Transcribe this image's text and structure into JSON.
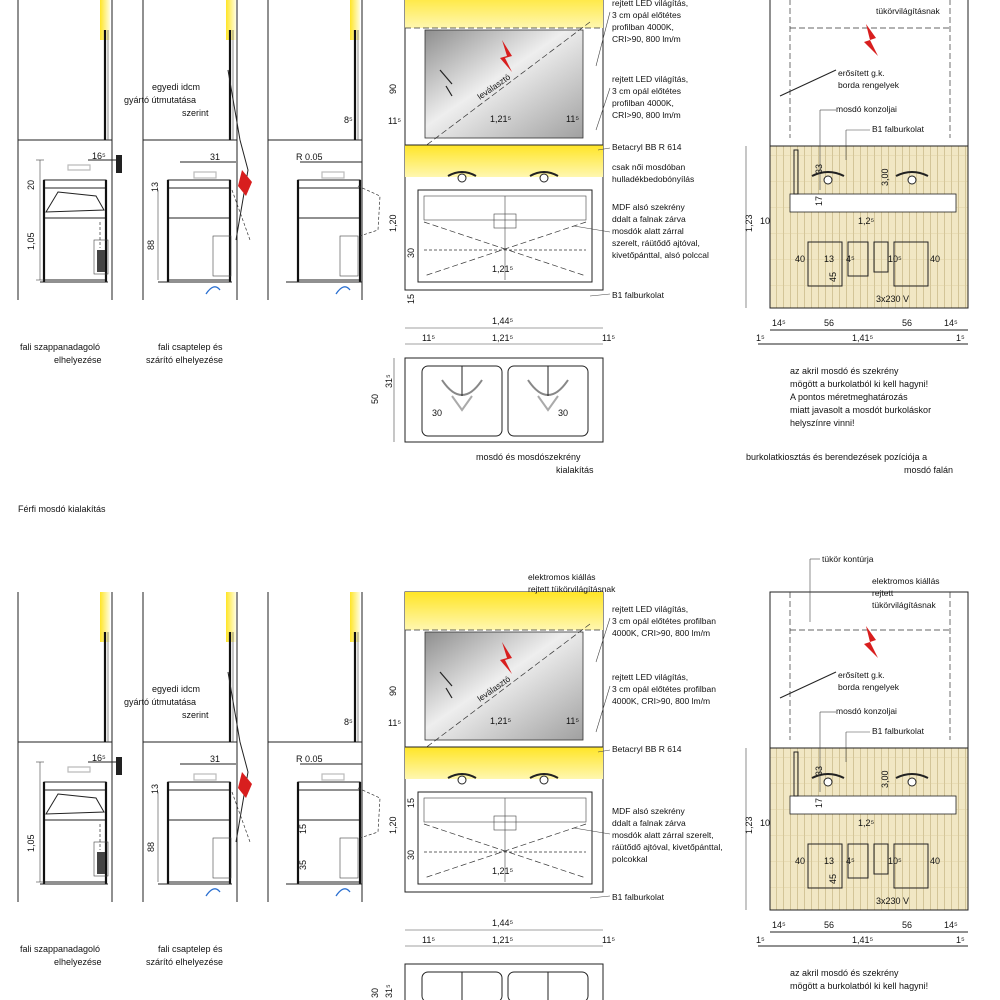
{
  "colors": {
    "led": "#ffe526",
    "led_light": "#fff59a",
    "arrow": "#d81e1e",
    "tile": "#f1e7c4",
    "mirror_dark": "#9a9a9a",
    "mirror_light": "#e8e8e8"
  },
  "sections": [
    {
      "id": "top",
      "caption_soap": [
        "fali szappanadagoló",
        "elhelyezése"
      ],
      "caption_tap": [
        "fali csaptelep és",
        "szárító elhelyezése"
      ],
      "side_note_sentences": [
        "egyedi idcm",
        "gyártó útmutatása",
        "szerint"
      ],
      "dims_side": [
        "16⁵",
        "20",
        "1,05",
        "31",
        "13",
        "88",
        "R 0.05",
        "8⁵"
      ],
      "front_notes": [
        [
          "rejtett LED világítás,",
          "3 cm opál előtétes",
          "profilban 4000K,",
          "CRI>90, 800 lm/m"
        ],
        [
          "rejtett LED világítás,",
          "3 cm opál előtétes",
          "profilban 4000K,",
          "CRI>90, 800 lm/m"
        ],
        [
          "Betacryl BB R 614"
        ],
        [
          "csak női mosdóban",
          "hulladékbedobónyílás"
        ],
        [
          "MDF alsó szekrény",
          "ddalt a falnak zárva",
          "mosdók alatt zárral",
          "szerelt, ráütődő ajtóval,",
          "kivetőpánttal, alsó polccal"
        ],
        [
          "B1 falburkolat"
        ]
      ],
      "front_dims": [
        "90",
        "11⁵",
        "1,21⁵",
        "11⁵",
        "1,20",
        "30",
        "15",
        "1,21⁵",
        "1,44⁵",
        "11⁵",
        "1,21⁵",
        "11⁵"
      ],
      "mirror_label": "leválasztó",
      "plan_dims": [
        "50",
        "31⁵",
        "30",
        "30"
      ],
      "plan_caption": [
        "mosdó és mosdószekrény",
        "kialakítás"
      ],
      "right_notes": [
        [
          "tükörvilágításnak"
        ],
        [
          "erősített g.k.",
          "borda rengelyek"
        ],
        [
          "mosdó konzoljai"
        ],
        [
          "B1 falburkolat"
        ]
      ],
      "right_dims": [
        "1,23",
        "10",
        "33",
        "17",
        "3,00",
        "1,2⁵",
        "40",
        "13",
        "45",
        "4⁵",
        "10⁵",
        "40",
        "3x230 V",
        "14⁵",
        "56",
        "56",
        "14⁵",
        "1⁵",
        "1,41⁵",
        "1⁵"
      ],
      "right_caption": [
        "az akril mosdó és szekrény",
        "mögött a burkolatból ki kell hagyni!",
        "A pontos méretmeghatározás",
        "miatt javasolt a mosdót burkoláskor",
        "helyszínre vinni!"
      ],
      "right_caption2": [
        "burkolatkiosztás és berendezések pozíciója a",
        "mosdó falán"
      ]
    },
    {
      "id": "bottom",
      "heading": "Férfi mosdó kialakítás",
      "caption_soap": [
        "fali szappanadagoló",
        "elhelyezése"
      ],
      "caption_tap": [
        "fali csaptelep és",
        "szárító elhelyezése"
      ],
      "side_note_sentences": [
        "egyedi idcm",
        "gyártó útmutatása",
        "szerint"
      ],
      "dims_side": [
        "16⁵",
        "1,05",
        "31",
        "13",
        "88",
        "R 0.05",
        "8⁵",
        "15",
        "35"
      ],
      "front_notes": [
        [
          "elektromos kiállás",
          "rejtett tükörvilágításnak"
        ],
        [
          "rejtett LED világítás,",
          "3 cm opál előtétes profilban",
          "4000K, CRI>90, 800 lm/m"
        ],
        [
          "rejtett LED világítás,",
          "3 cm opál előtétes profilban",
          "4000K, CRI>90, 800 lm/m"
        ],
        [
          "Betacryl BB R 614"
        ],
        [
          "MDF alsó szekrény",
          "ddalt a falnak zárva",
          "mosdók alatt zárral szerelt,",
          "ráütődő ajtóval, kivetőpánttal,",
          "polcokkal"
        ],
        [
          "B1 falburkolat"
        ]
      ],
      "front_dims": [
        "90",
        "11⁵",
        "1,21⁵",
        "11⁵",
        "1,20",
        "15",
        "30",
        "1,21⁵",
        "1,44⁵",
        "11⁵",
        "1,21⁵",
        "11⁵"
      ],
      "mirror_label": "leválasztó",
      "plan_dims": [
        "31⁵",
        "30"
      ],
      "right_notes": [
        [
          "tükör kontúrja"
        ],
        [
          "elektromos kiállás",
          "rejtett",
          "tükörvilágításnak"
        ],
        [
          "erősített g.k.",
          "borda rengelyek"
        ],
        [
          "mosdó konzoljai"
        ],
        [
          "B1 falburkolat"
        ]
      ],
      "right_dims": [
        "1,23",
        "10",
        "33",
        "17",
        "3,00",
        "1,2⁵",
        "40",
        "13",
        "45",
        "4⁵",
        "10⁵",
        "40",
        "3x230 V",
        "14⁵",
        "56",
        "56",
        "14⁵",
        "1⁵",
        "1,41⁵",
        "1⁵"
      ],
      "right_caption": [
        "az akril mosdó és szekrény",
        "mögött a burkolatból ki kell hagyni!"
      ]
    }
  ]
}
